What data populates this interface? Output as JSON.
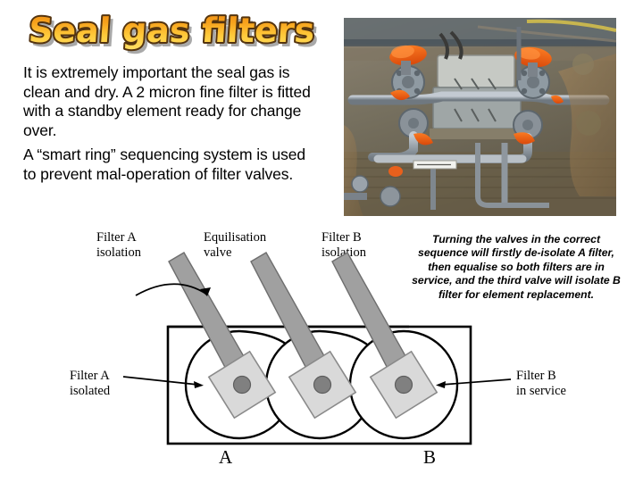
{
  "slide": {
    "title": "Seal gas filters",
    "title_colors": {
      "gradient_top": "#F29B1D",
      "gradient_bottom": "#FFD24A",
      "outline": "#5A3A12",
      "shadow": "#9A9A9A"
    }
  },
  "body": {
    "paragraph_1": "It is extremely important the seal gas is clean and dry. A 2 micron fine filter is fitted with a standby element ready for change over.",
    "paragraph_2": "A “smart ring” sequencing system is used to prevent mal-operation of filter valves."
  },
  "photo": {
    "alt": "Industrial seal gas filter skid with pipework and orange valve handles",
    "accent_color": "#E8601C",
    "pipe_color": "#9aa3ab",
    "background_color": "#7c7366"
  },
  "diagram": {
    "top_labels": [
      {
        "name": "filter-a-isolation",
        "text": "Filter A\nisolation"
      },
      {
        "name": "equilisation-valve",
        "text": "Equilisation\nvalve"
      },
      {
        "name": "filter-b-isolation",
        "text": "Filter B\nisolation"
      }
    ],
    "side_labels": [
      {
        "name": "filter-a-isolated",
        "text": "Filter A\nisolated"
      },
      {
        "name": "filter-b-in-service",
        "text": "Filter B\nin service"
      }
    ],
    "bottom_labels": {
      "left": "A",
      "right": "B"
    },
    "note": "Turning the valves in the correct sequence will firstly de-isolate A filter, then equalise so both filters are in service, and the third valve will isolate B filter for element replacement.",
    "valve_count": 3,
    "handle_color": "#9d9d9d",
    "valve_body_color": "#d9d9d9",
    "valve_hub_color": "#808080",
    "line_color": "#000000"
  }
}
